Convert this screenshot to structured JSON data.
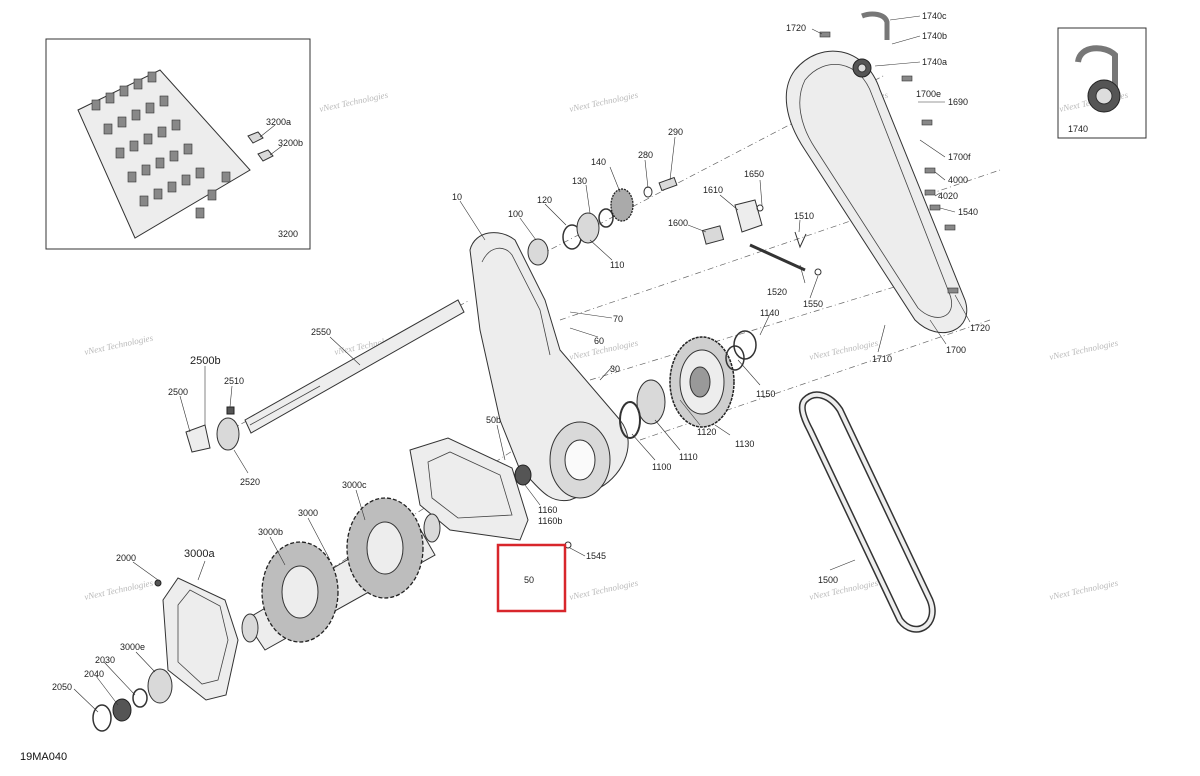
{
  "diagram_code": "19MA040",
  "watermark_text": "vNext Technologies",
  "highlight_color": "#d8262b",
  "highlighted_part": "50",
  "inset_boxes": [
    {
      "label": "3200"
    },
    {
      "label": "1740"
    }
  ],
  "callouts": [
    "1720",
    "1740c",
    "1740b",
    "1740a",
    "1700e",
    "1690",
    "1700f",
    "4000",
    "4020",
    "1540",
    "1720",
    "1700",
    "1710",
    "290",
    "280",
    "140",
    "130",
    "120",
    "110",
    "100",
    "10",
    "1610",
    "1650",
    "1600",
    "1510",
    "1520",
    "1550",
    "70",
    "60",
    "30",
    "1140",
    "1150",
    "1120",
    "1130",
    "1110",
    "1100",
    "50b",
    "1160",
    "1160b",
    "1545",
    "50",
    "2550",
    "2500b",
    "2510",
    "2500",
    "2520",
    "3000c",
    "3000",
    "3000b",
    "2000",
    "3000a",
    "3000e",
    "2030",
    "2040",
    "2050",
    "1500",
    "3200a",
    "3200b"
  ]
}
